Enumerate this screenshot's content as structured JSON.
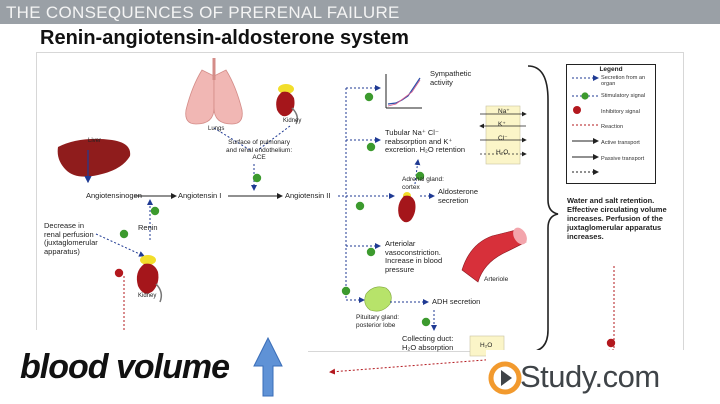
{
  "header": {
    "banner": "THE CONSEQUENCES OF PRERENAL FAILURE",
    "title": "Renin-angiotensin-aldosterone system"
  },
  "labels": {
    "liver": "Liver",
    "lungs": "Lungs",
    "kidney_top": "Kidney",
    "surface": [
      "Surface of pulmonary",
      "and renal endothelium:",
      "ACE"
    ],
    "angiotensinogen": "Angiotensinogen",
    "angiotensin1": "Angiotensin I",
    "angiotensin2": "Angiotensin II",
    "renin": "Renin",
    "decrease": [
      "Decrease in",
      "renal perfusion",
      "(juxtaglomerular",
      "apparatus)"
    ],
    "kidney_bottom": "Kidney",
    "sympathetic": [
      "Sympathetic",
      "activity"
    ],
    "tubular": [
      "Tubular Na⁺ Cl⁻",
      "reabsorption and K⁺",
      "excretion. H₂O retention"
    ],
    "adrenal": [
      "Adrenal gland:",
      "cortex"
    ],
    "aldosterone": [
      "Aldosterone",
      "secretion"
    ],
    "arteriolar": [
      "Arteriolar",
      "vasoconstriction.",
      "Increase in blood",
      "pressure"
    ],
    "arteriole": "Arteriole",
    "adh": "ADH secretion",
    "pituitary": [
      "Pituitary gland:",
      "posterior lobe"
    ],
    "collecting": [
      "Collecting duct:",
      "H₂O absorption"
    ],
    "ions": [
      "Na⁺",
      "K⁺",
      "Cl⁻",
      "H₂O"
    ],
    "h2o_bottom": "H₂O",
    "water_salt": "Water and salt retention. Effective circulating volume increases. Perfusion of the juxtaglomerular apparatus increases."
  },
  "legend": {
    "title": "Legend",
    "items": [
      "Secretion from an organ",
      "Stimulatory signal",
      "Inhibitory signal",
      "Reaction",
      "Active transport",
      "Passive transport"
    ]
  },
  "bottom": {
    "blood_volume": "blood volume",
    "brand": "Study.com"
  },
  "colors": {
    "blue": "#1f3a93",
    "green": "#3c9a2e",
    "red": "#b3181e",
    "liver": "#8f1c1c",
    "kidney": "#a5161b",
    "lung": "#f1b7b4"
  }
}
